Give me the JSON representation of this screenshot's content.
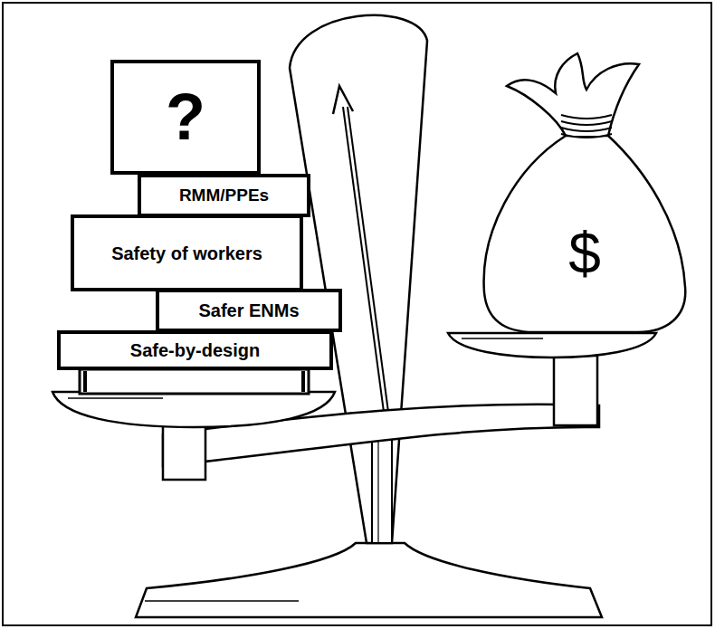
{
  "diagram": {
    "nodes": [
      {
        "text": [
          "?"
        ]
      },
      {
        "text": [
          "RMM/PPEs"
        ]
      },
      {
        "text": [
          "Safety of workers"
        ]
      },
      {
        "text": [
          "Safer ENMs"
        ]
      },
      {
        "text": [
          "Safe-by-design"
        ]
      },
      {
        "text": [
          "$"
        ]
      }
    ]
  }
}
